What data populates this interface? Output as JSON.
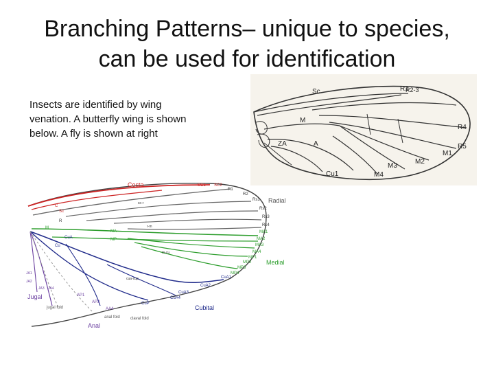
{
  "slide": {
    "title_line1": "Branching Patterns– unique to species,",
    "title_line2": "can be used for identification",
    "body": "Insects are identified by wing venation.   A butterfly wing is shown below.   A fly  is shown at right"
  },
  "fly_wing": {
    "labels": [
      "Sc",
      "R1",
      "R2-3",
      "R4",
      "R5",
      "M1",
      "M2",
      "M3",
      "M4",
      "Cu1",
      "M",
      "ZA",
      "A"
    ]
  },
  "butterfly_wing": {
    "region_labels": [
      "Costa",
      "Radial",
      "Medial",
      "Cubital",
      "Jugal",
      "Anal"
    ],
    "vein_labels": [
      "SC1",
      "SC2",
      "R1",
      "R2",
      "Rs1",
      "Rs2",
      "Rs3",
      "Rs4",
      "sc-r",
      "r-m",
      "MA",
      "MP",
      "MA1",
      "MA2",
      "MA3",
      "MA4",
      "MP1",
      "MP2",
      "MP3",
      "MP4",
      "CuA",
      "CuP",
      "CuA1",
      "CuA2",
      "CuA3",
      "CuA4",
      "m-cu",
      "cua-cup",
      "AP1",
      "AP2",
      "AA4",
      "JA1",
      "JA2",
      "JA3",
      "JA4",
      "C",
      "Sc",
      "R",
      "M",
      "Cu"
    ],
    "fold_labels": [
      "jugal fold",
      "anal fold",
      "claval fold"
    ]
  },
  "colors": {
    "costa": "#cc2222",
    "radial": "#555555",
    "medial": "#2e9e2e",
    "cubital": "#1f2a8a",
    "anal": "#6a3fa0",
    "fly_vein": "#222222"
  }
}
